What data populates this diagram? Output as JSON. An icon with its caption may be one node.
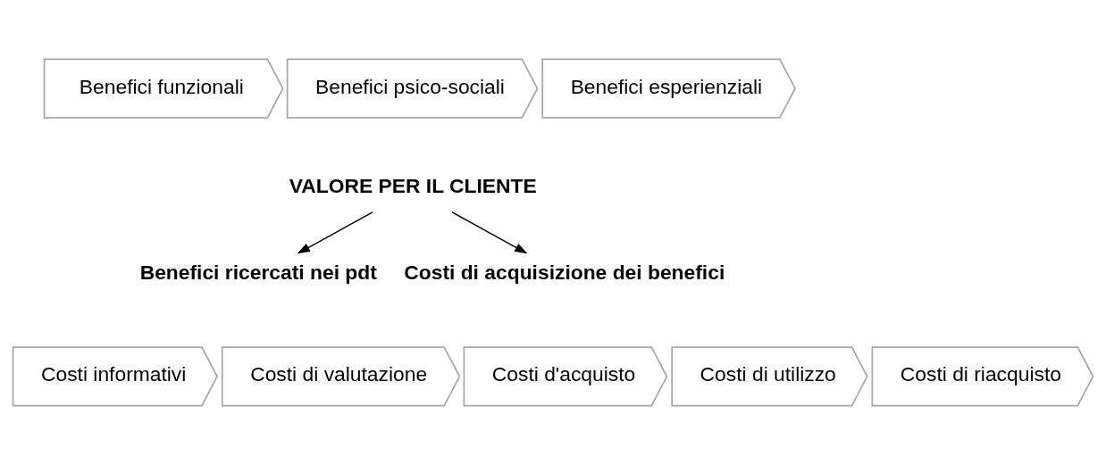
{
  "diagram": {
    "nodes": [
      {
        "text": [
          "Benefici funzionali"
        ]
      },
      {
        "text": [
          "Benefici psico-sociali"
        ]
      },
      {
        "text": [
          "Benefici esperienziali"
        ]
      },
      {
        "text": [
          "Benefici ricercati nei pdt"
        ]
      },
      {
        "text": [
          "VALORE PER IL CLIENTE"
        ]
      },
      {
        "text": [
          "Costi di acquisizione dei benefici"
        ]
      },
      {
        "text": [
          "Costi informativi"
        ]
      },
      {
        "text": [
          "Costi di valutazione"
        ]
      },
      {
        "text": [
          "Costi d'acquisto"
        ]
      },
      {
        "text": [
          "Costi di utilizzo"
        ]
      },
      {
        "text": [
          "Costi di riacquisto"
        ]
      }
    ],
    "edges": [
      {
        "from": 4,
        "to": 3,
        "arrow": "to"
      },
      {
        "from": 4,
        "to": 5,
        "arrow": "to"
      }
    ]
  }
}
